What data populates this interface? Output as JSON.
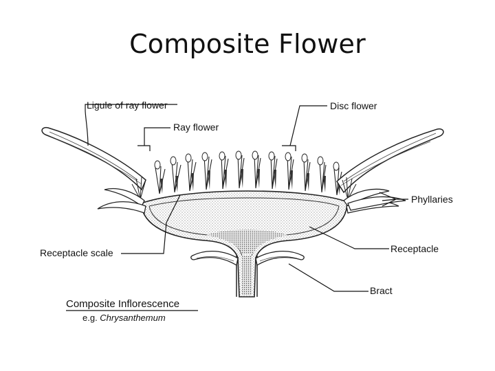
{
  "title": "Composite Flower",
  "labels": {
    "ligule": "Ligule of ray flower",
    "ray_flower": "Ray flower",
    "disc_flower": "Disc flower",
    "phyllaries": "Phyllaries",
    "receptacle_scale": "Receptacle scale",
    "receptacle": "Receptacle",
    "bract": "Bract"
  },
  "caption": {
    "heading": "Composite Inflorescence",
    "example_prefix": "e.g. ",
    "example_name": "Chrysanthemum"
  }
}
